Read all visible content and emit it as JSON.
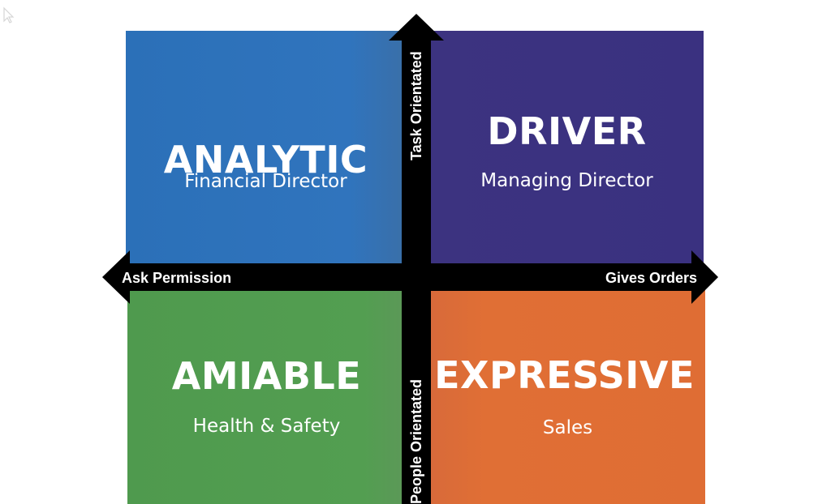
{
  "quadrants": {
    "analytic": {
      "title": "ANALYTIC",
      "subtitle": "Financial Director",
      "color": "#2f72bb"
    },
    "driver": {
      "title": "DRIVER",
      "subtitle": "Managing Director",
      "color": "#3b3280"
    },
    "amiable": {
      "title": "AMIABLE",
      "subtitle": "Health & Safety",
      "color": "#529d50"
    },
    "expressive": {
      "title": "EXPRESSIVE",
      "subtitle": "Sales",
      "color": "#e06f35"
    }
  },
  "axes": {
    "horizontal_left": "Ask Permission",
    "horizontal_right": "Gives Orders",
    "vertical_top": "Task Orientated",
    "vertical_bottom": "People Orientated",
    "color": "#000000"
  }
}
